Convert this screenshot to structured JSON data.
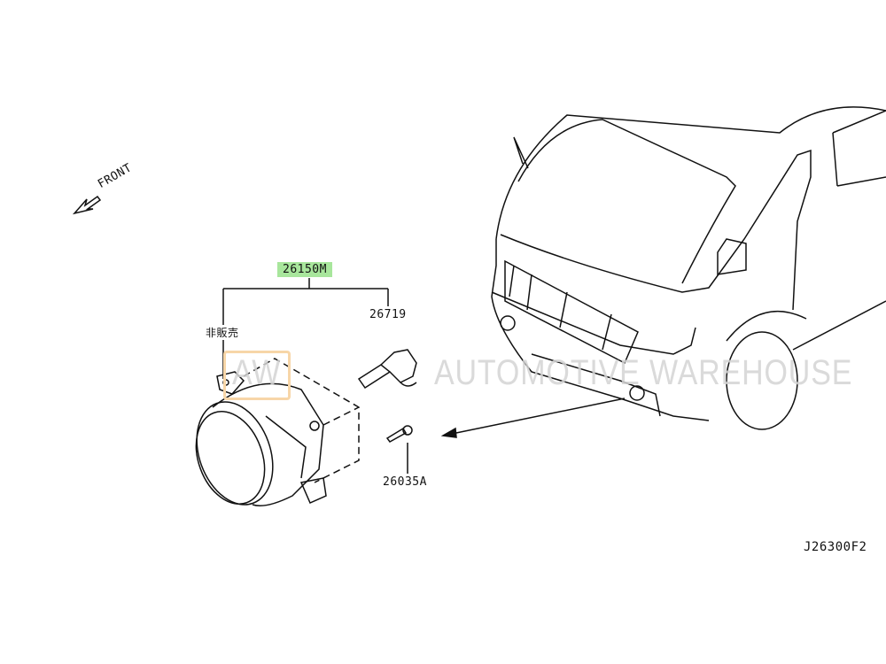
{
  "diagram_code": "J26300F2",
  "front_label": "FRONT",
  "parts": {
    "assembly": "26150M",
    "bulb": "26719",
    "screw": "26035A",
    "not_for_sale_note": "非販売"
  },
  "watermark": {
    "logo": "AW",
    "text": "AUTOMOTIVE WAREHOUSE"
  },
  "colors": {
    "highlight": "#a8e69c",
    "line": "#111111"
  }
}
